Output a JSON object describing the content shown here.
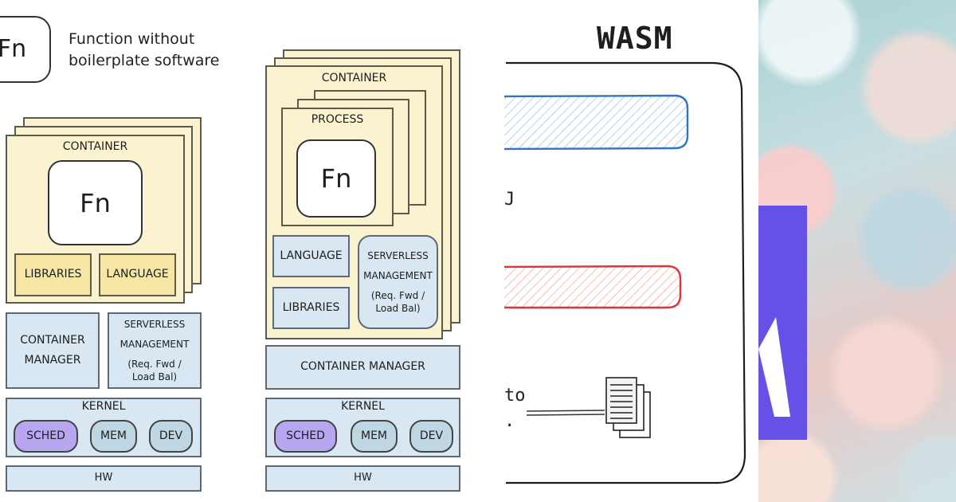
{
  "legend": {
    "fn": "Fn",
    "text_line1": "Function without",
    "text_line2": "boilerplate software"
  },
  "left_stack": {
    "container": "CONTAINER",
    "fn": "Fn",
    "libraries": "LIBRARIES",
    "language": "LANGUAGE",
    "container_manager_1": "CONTAINER",
    "container_manager_2": "MANAGER",
    "serverless_1": "SERVERLESS",
    "serverless_2": "MANAGEMENT",
    "serverless_3": "(Req. Fwd /",
    "serverless_4": "Load Bal)",
    "kernel": "KERNEL",
    "sched": "SCHED",
    "mem": "MEM",
    "dev": "DEV",
    "hw": "HW"
  },
  "right_stack": {
    "container": "CONTAINER",
    "process": "PROCESS",
    "fn": "Fn",
    "language": "LANGUAGE",
    "libraries": "LIBRARIES",
    "serverless_1": "SERVERLESS",
    "serverless_2": "MANAGEMENT",
    "serverless_3": "(Req. Fwd /",
    "serverless_4": "Load Bal)",
    "container_manager": "CONTAINER MANAGER",
    "kernel": "KERNEL",
    "sched": "SCHED",
    "mem": "MEM",
    "dev": "DEV",
    "hw": "HW"
  },
  "wasm_panel": {
    "title": "WASM",
    "fragment_bracket": "J",
    "fragment_to": "to",
    "fragment_dot": "."
  },
  "colors": {
    "sched": "#b9a6f0",
    "pill": "#bfd6e3",
    "accent_purple": "#6551e8",
    "bar_blue": "#2f76c2",
    "bar_red": "#d9383a"
  }
}
